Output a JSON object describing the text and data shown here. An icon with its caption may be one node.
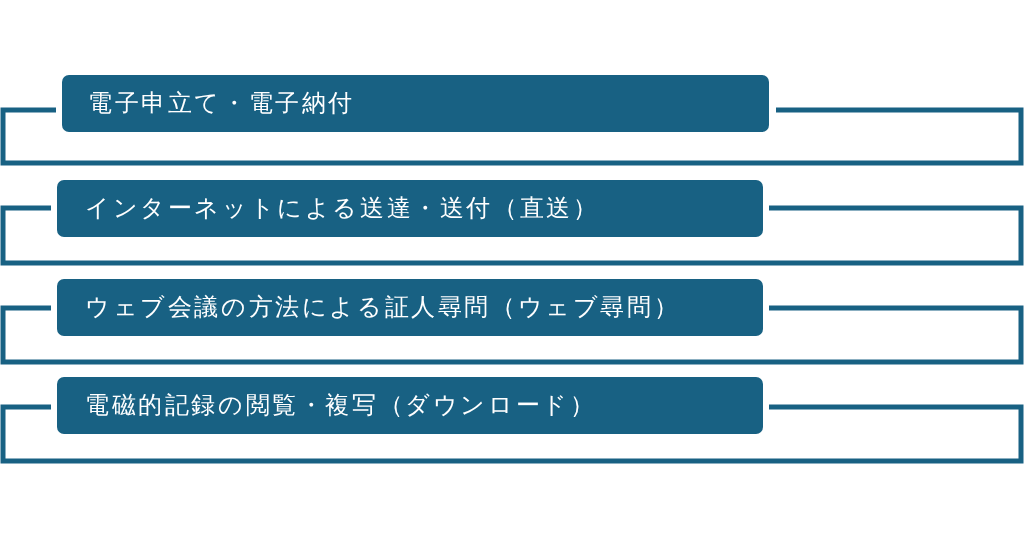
{
  "diagram": {
    "nodes": [
      {
        "text": [
          "電子申立て・電子納付"
        ]
      },
      {
        "text": [
          "インターネットによる送達・送付（直送）"
        ]
      },
      {
        "text": [
          "ウェブ会議の方法による証人尋問（ウェブ尋問）"
        ]
      },
      {
        "text": [
          "電磁的記録の閲覧・複写（ダウンロード）"
        ]
      }
    ]
  }
}
